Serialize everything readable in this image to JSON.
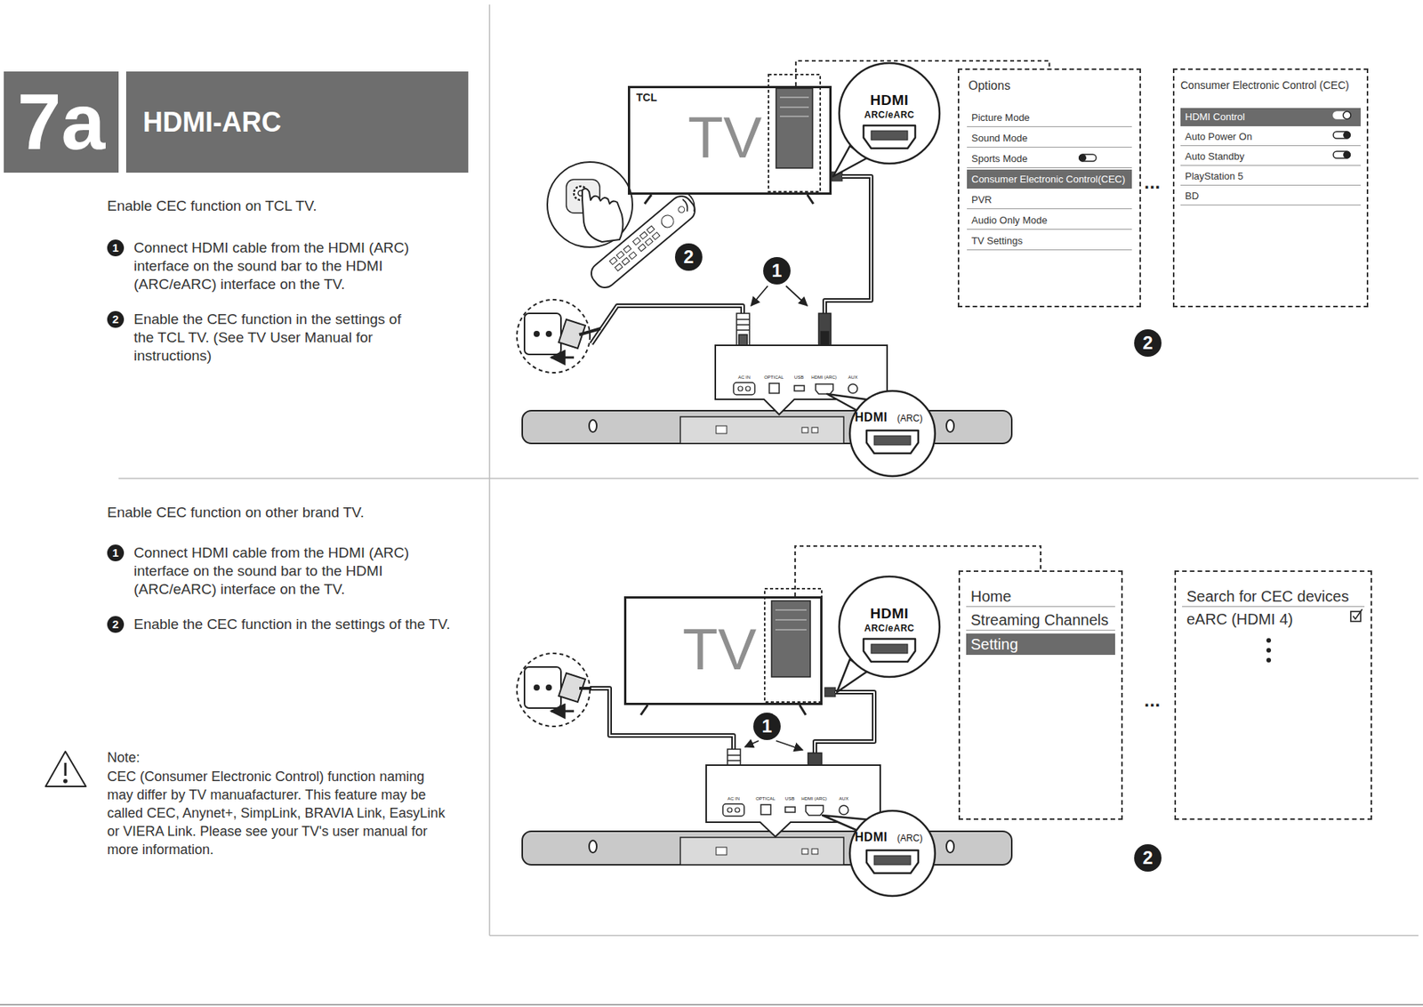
{
  "diagram": {
    "nodes": [
      {
        "text": [
          "7a"
        ]
      },
      {
        "text": [
          "HDMI-ARC"
        ]
      },
      {
        "text": [
          "TCL",
          "TV"
        ]
      },
      {
        "text": [
          "Options",
          "Picture Mode",
          "Sound Mode",
          "Sports Mode",
          "Consumer Electronic Control(CEC)",
          "PVR",
          "Audio Only Mode",
          "TV Settings"
        ]
      },
      {
        "text": [
          "Consumer Electronic Control (CEC)",
          "HDMI Control",
          "Auto Power On",
          "Auto Standby",
          "PlayStation 5",
          "BD"
        ]
      },
      {
        "text": [
          "TV"
        ]
      },
      {
        "text": [
          "Home",
          "Streaming Channels",
          "Setting"
        ]
      },
      {
        "text": [
          "Search for CEC devices",
          "eARC (HDMI 4)"
        ]
      }
    ],
    "edges": [
      {
        "from": 2,
        "to": 3,
        "arrow": "none"
      },
      {
        "from": 5,
        "to": 6,
        "arrow": "none"
      }
    ],
    "labels": [
      "Enable CEC function on TCL TV.",
      "1",
      "Connect HDMI cable from the HDMI (ARC) interface on the sound bar to the HDMI (ARC/eARC) interface on the TV.",
      "2",
      "Enable the CEC function in the settings of the TCL TV. (See TV User Manual for instructions)",
      "2",
      "1",
      "HDMI",
      "ARC/eARC",
      "AC IN",
      "OPTICAL",
      "USB",
      "HDMI (ARC)",
      "AUX",
      "HDMI",
      "(ARC)",
      "...",
      "2",
      "Enable CEC function on other brand TV.",
      "1",
      "Connect HDMI cable from the HDMI (ARC) interface on the sound bar to the HDMI (ARC/eARC) interface on the TV.",
      "2",
      "Enable the CEC function in the settings of the TV.",
      "Note:",
      "CEC (Consumer Electronic Control) function naming may differ by TV manuafacturer. This feature may be called CEC, Anynet+, SimpLink, BRAVIA Link, EasyLink or VIERA Link. Please see your TV's user manual for more information.",
      "1",
      "HDMI",
      "ARC/eARC",
      "AC IN",
      "OPTICAL",
      "USB",
      "HDMI (ARC)",
      "AUX",
      "HDMI",
      "(ARC)",
      "...",
      "2"
    ]
  }
}
